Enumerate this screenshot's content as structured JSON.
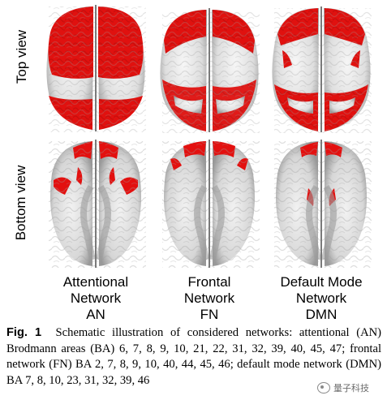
{
  "row_labels": {
    "top": "Top view",
    "bottom": "Bottom view"
  },
  "networks": [
    {
      "line1": "Attentional",
      "line2": "Network",
      "abbr": "AN"
    },
    {
      "line1": "Frontal",
      "line2": "Network",
      "abbr": "FN"
    },
    {
      "line1": "Default Mode",
      "line2": "Network",
      "abbr": "DMN"
    }
  ],
  "caption": {
    "label": "Fig. 1",
    "text": "Schematic illustration of considered networks: attentional (AN) Brodmann areas (BA) 6, 7, 8, 9, 10, 21, 22, 31, 32, 39, 40, 45, 47; frontal network (FN) BA 2, 7, 8, 9, 10, 40, 44, 45, 46; default mode network (DMN) BA 7, 8, 10, 23, 31, 32, 39, 46"
  },
  "watermark": "量子科技",
  "colors": {
    "activation": "#e3100f",
    "cortex": "#e7e7e7",
    "cortex_shadow": "#a9a9a9",
    "sulcus": "#8e8e8e"
  }
}
